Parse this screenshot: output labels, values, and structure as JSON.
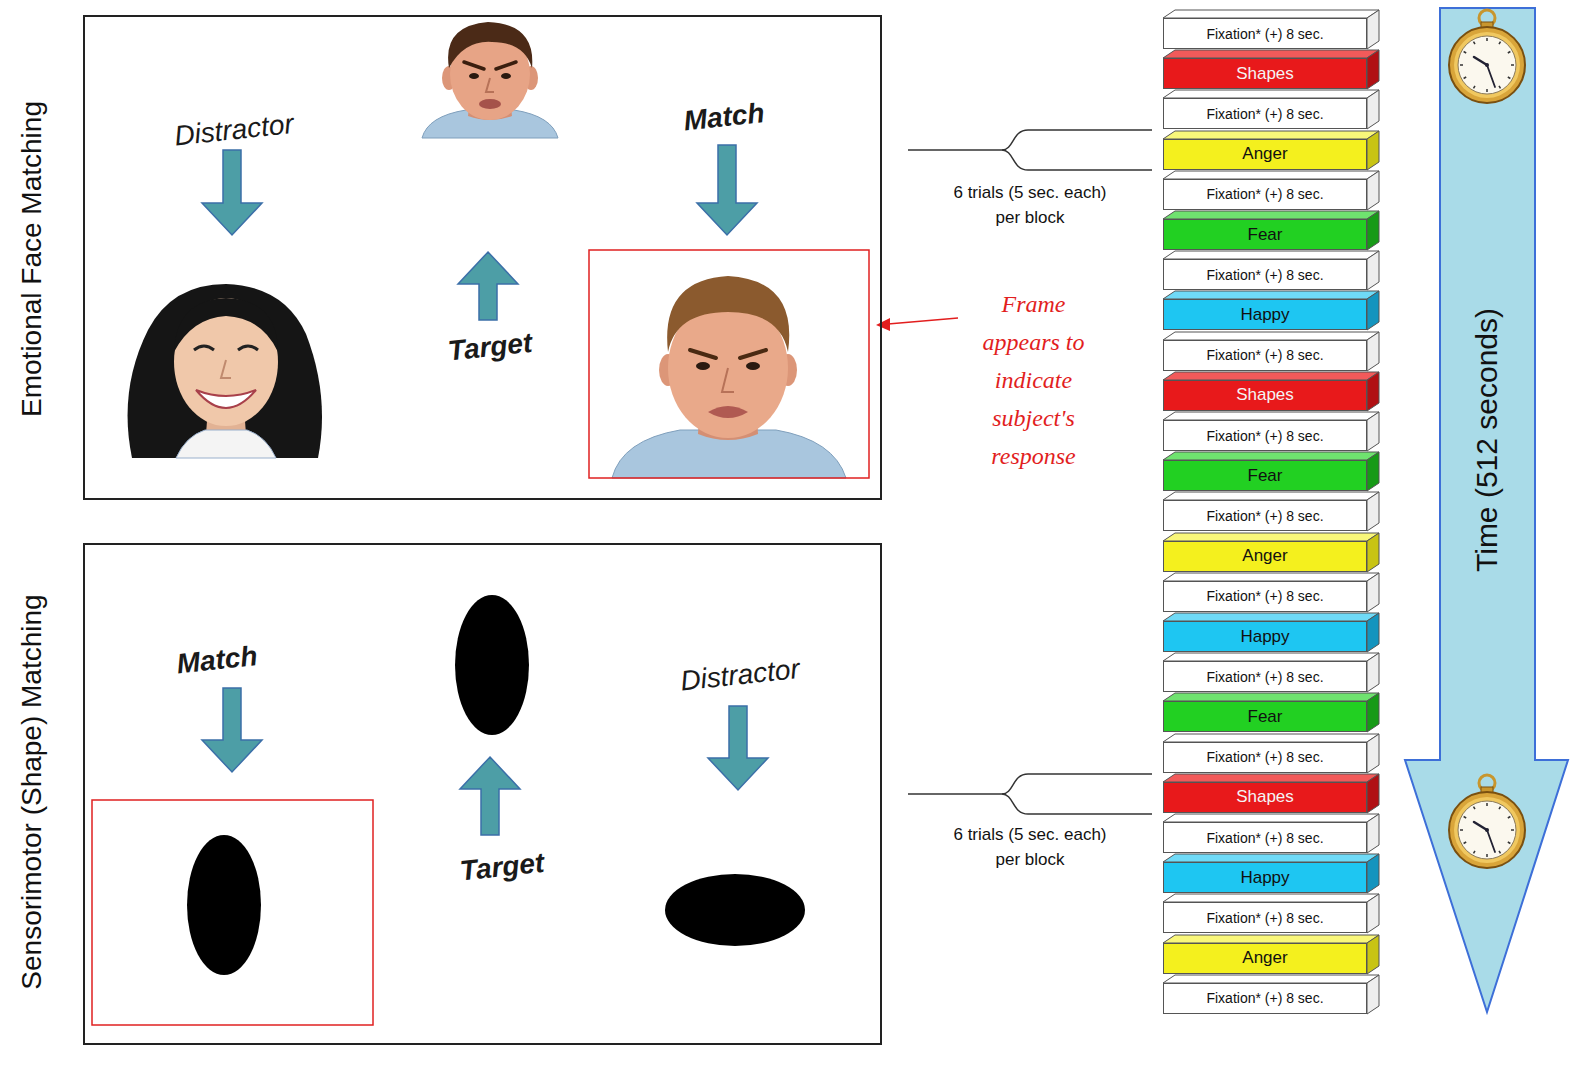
{
  "diagram": {
    "nodes": [
      {
        "text": [
          "Emotional Face Matching",
          "Distractor",
          "Match",
          "Target"
        ]
      },
      {
        "text": [
          "Sensorimotor (Shape) Matching",
          "Match",
          "Distractor",
          "Target"
        ]
      },
      {
        "text": [
          "Fixation* (+) 8 sec."
        ]
      },
      {
        "text": [
          "Shapes"
        ]
      },
      {
        "text": [
          "Fixation* (+) 8 sec."
        ]
      },
      {
        "text": [
          "Anger"
        ]
      },
      {
        "text": [
          "Fixation* (+) 8 sec."
        ]
      },
      {
        "text": [
          "Fear"
        ]
      },
      {
        "text": [
          "Fixation* (+) 8 sec."
        ]
      },
      {
        "text": [
          "Happy"
        ]
      },
      {
        "text": [
          "Fixation* (+) 8 sec."
        ]
      },
      {
        "text": [
          "Shapes"
        ]
      },
      {
        "text": [
          "Fixation* (+) 8 sec."
        ]
      },
      {
        "text": [
          "Fear"
        ]
      },
      {
        "text": [
          "Fixation* (+) 8 sec."
        ]
      },
      {
        "text": [
          "Anger"
        ]
      },
      {
        "text": [
          "Fixation* (+) 8 sec."
        ]
      },
      {
        "text": [
          "Happy"
        ]
      },
      {
        "text": [
          "Fixation* (+) 8 sec."
        ]
      },
      {
        "text": [
          "Fear"
        ]
      },
      {
        "text": [
          "Fixation* (+) 8 sec."
        ]
      },
      {
        "text": [
          "Shapes"
        ]
      },
      {
        "text": [
          "Fixation* (+) 8 sec."
        ]
      },
      {
        "text": [
          "Happy"
        ]
      },
      {
        "text": [
          "Fixation* (+) 8 sec."
        ]
      },
      {
        "text": [
          "Anger"
        ]
      },
      {
        "text": [
          "Fixation* (+) 8 sec."
        ]
      },
      {
        "text": [
          "Time (512 seconds)"
        ]
      }
    ],
    "labels": [
      "6 trials (5 sec. each) per block",
      "Frame appears to indicate subject's response",
      "6 trials (5 sec. each) per block"
    ]
  }
}
